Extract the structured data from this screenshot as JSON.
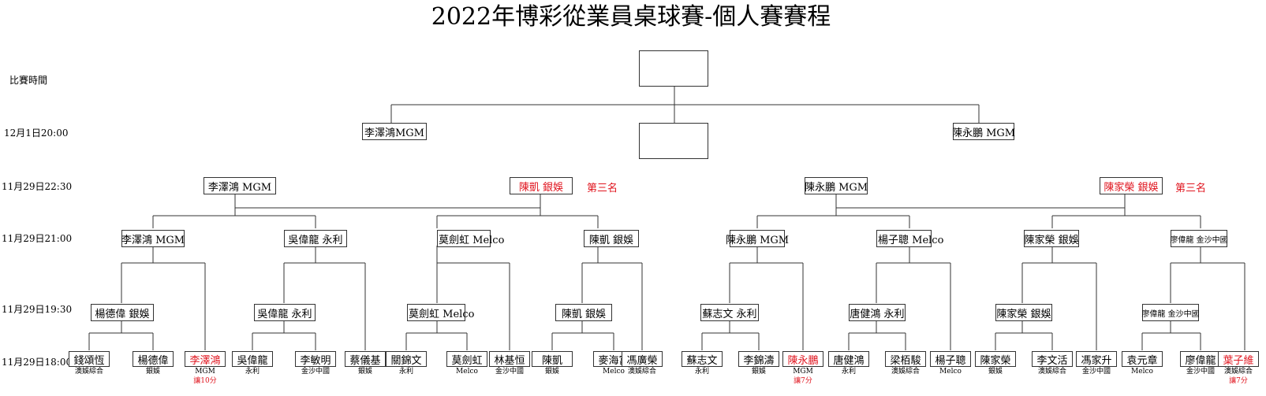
{
  "title": "2022年博彩從業員桌球賽-個人賽賽程",
  "times": [
    "比賽時間",
    "12月1日20:00",
    "11月29日22:30",
    "11月29日21:00",
    "11月29日19:30",
    "11月29日18:00"
  ],
  "final": {
    "left": "李澤鴻MGM",
    "right": "陳永鵬 MGM",
    "winner": "",
    "third_place": ""
  },
  "semifinal": {
    "winners": [
      "李澤鴻 MGM",
      "陳凱 銀娛",
      "陳永鵬 MGM",
      "陳家榮 銀娛"
    ],
    "third_label": "第三名"
  },
  "quarterfinal": [
    "李澤鴻 MGM",
    "吳偉龍 永利",
    "莫劍虹 Melco",
    "陳凱 銀娛",
    "陳永鵬 MGM",
    "楊子聰 Melco",
    "陳家榮 銀娛",
    "廖偉龍 金沙中國"
  ],
  "round2": [
    "楊德偉 銀娛",
    "吳偉龍 永利",
    "莫劍虹 Melco",
    "陳凱 銀娛",
    "蘇志文 永利",
    "唐健鴻 永利",
    "陳家榮 銀娛",
    "廖偉龍 金沙中國"
  ],
  "players": [
    {
      "name": "錢頌恆",
      "team": "澳娛綜合",
      "note": ""
    },
    {
      "name": "楊德偉",
      "team": "銀娛",
      "note": ""
    },
    {
      "name": "李澤鴻",
      "team": "MGM",
      "note": "讓10分"
    },
    {
      "name": "吳偉龍",
      "team": "永利",
      "note": ""
    },
    {
      "name": "李敏明",
      "team": "金沙中國",
      "note": ""
    },
    {
      "name": "蔡儀基",
      "team": "銀娛",
      "note": ""
    },
    {
      "name": "關錦文",
      "team": "永利",
      "note": ""
    },
    {
      "name": "莫劍虹",
      "team": "Melco",
      "note": ""
    },
    {
      "name": "林基恒",
      "team": "金沙中國",
      "note": ""
    },
    {
      "name": "陳凱",
      "team": "銀娛",
      "note": ""
    },
    {
      "name": "麥海富",
      "team": "Melco",
      "note": ""
    },
    {
      "name": "馮廣榮",
      "team": "澳娛綜合",
      "note": ""
    },
    {
      "name": "蘇志文",
      "team": "永利",
      "note": ""
    },
    {
      "name": "李錦濤",
      "team": "銀娛",
      "note": ""
    },
    {
      "name": "陳永鵬",
      "team": "MGM",
      "note": "讓7分"
    },
    {
      "name": "唐健鴻",
      "team": "永利",
      "note": ""
    },
    {
      "name": "梁栢駿",
      "team": "澳娛綜合",
      "note": ""
    },
    {
      "name": "楊子聰",
      "team": "Melco",
      "note": ""
    },
    {
      "name": "陳家榮",
      "team": "銀娛",
      "note": ""
    },
    {
      "name": "李文活",
      "team": "澳娛綜合",
      "note": ""
    },
    {
      "name": "馮家升",
      "team": "金沙中國",
      "note": ""
    },
    {
      "name": "袁元章",
      "team": "Melco",
      "note": ""
    },
    {
      "name": "廖偉龍",
      "team": "金沙中國",
      "note": ""
    },
    {
      "name": "葉子維",
      "team": "澳娛綜合",
      "note": "讓7分"
    }
  ],
  "colors": {
    "highlight": "#e0141e",
    "line": "#333333"
  }
}
